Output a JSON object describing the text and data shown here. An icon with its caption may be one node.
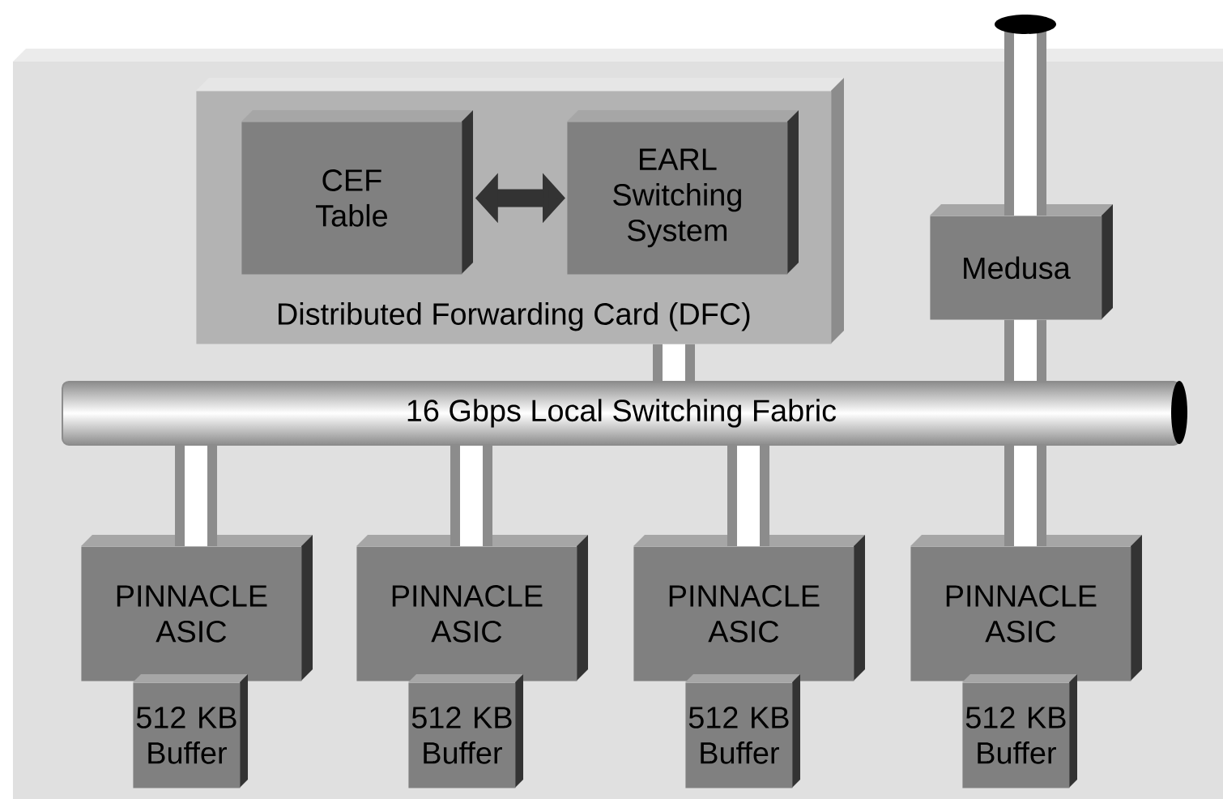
{
  "diagram": {
    "nodes": [
      {
        "text": [
          "Distributed Forwarding Card (DFC)"
        ]
      },
      {
        "text": [
          "CEF Table"
        ],
        "in": 0
      },
      {
        "text": [
          "EARL Switching System"
        ],
        "in": 0
      },
      {
        "text": [
          "Medusa"
        ]
      },
      {
        "text": [
          "16 Gbps Local Switching Fabric"
        ]
      },
      {
        "text": [
          "PINNACLE ASIC"
        ]
      },
      {
        "text": [
          "PINNACLE ASIC"
        ]
      },
      {
        "text": [
          "PINNACLE ASIC"
        ]
      },
      {
        "text": [
          "PINNACLE ASIC"
        ]
      },
      {
        "text": [
          "512 KB Buffer"
        ]
      },
      {
        "text": [
          "512 KB Buffer"
        ]
      },
      {
        "text": [
          "512 KB Buffer"
        ]
      },
      {
        "text": [
          "512 KB Buffer"
        ]
      }
    ],
    "edges": [
      {
        "from": 1,
        "to": 2,
        "arrow": "both"
      },
      {
        "from": 0,
        "to": 4,
        "arrow": "none"
      },
      {
        "from": null,
        "to": 3,
        "arrow": "none"
      },
      {
        "from": 3,
        "to": 4,
        "arrow": "none"
      },
      {
        "from": 4,
        "to": 5,
        "arrow": "none"
      },
      {
        "from": 4,
        "to": 6,
        "arrow": "none"
      },
      {
        "from": 4,
        "to": 7,
        "arrow": "none"
      },
      {
        "from": 4,
        "to": 8,
        "arrow": "none"
      }
    ]
  }
}
